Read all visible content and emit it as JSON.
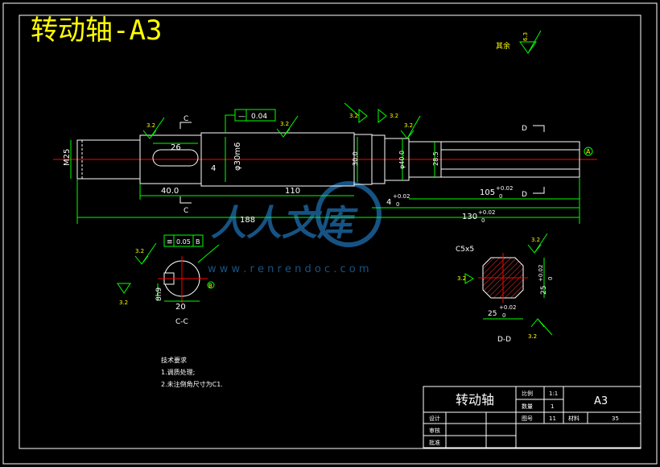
{
  "title": "转动轴-A3",
  "surface_note": {
    "label": "其余",
    "roughness": "6.3"
  },
  "dimensions": {
    "total_length": "188",
    "thread": "M25",
    "keyway_length": "26",
    "keyway_offset": "40.0",
    "keyway_depth": "4",
    "journal": "φ30m6",
    "mid_length": "110",
    "shoulder_dia": "30.0",
    "collar_dia": "φ40.0",
    "neck_dia": "28.5",
    "step_width": "4",
    "step_width_tol_upper": "+0.02",
    "step_width_tol_lower": "0",
    "len_105": "105",
    "len_105_tol_upper": "+0.02",
    "len_105_tol_lower": "0",
    "len_130": "130",
    "len_130_tol_upper": "+0.02",
    "len_130_tol_lower": "0"
  },
  "roughness_marks": [
    "3.2",
    "3.2",
    "3.2",
    "3.2",
    "3.2",
    "3.2",
    "3.2",
    "3.2",
    "3.2",
    "3.2"
  ],
  "tolerance_frames": [
    {
      "symbol": "—",
      "value": "0.04",
      "datum": ""
    },
    {
      "symbol": "≡",
      "value": "0.05",
      "datum": "B"
    }
  ],
  "section_labels": {
    "c_mark": "C",
    "d_mark": "D",
    "datum_a": "A",
    "datum_b": "B"
  },
  "section_cc": {
    "label": "C-C",
    "width": "20",
    "key_height": "8h9"
  },
  "section_dd": {
    "label": "D-D",
    "chamfer": "C5x5",
    "height": "25",
    "height_tol_upper": "+0.02",
    "height_tol_lower": "0",
    "width": "25",
    "width_tol_upper": "+0.02",
    "width_tol_lower": "0"
  },
  "notes": {
    "heading": "技术要求",
    "line1": "1.调质处理;",
    "line2": "2.未注倒角尺寸为C1."
  },
  "watermark": {
    "text": "人人文库",
    "url": "w w w . r e n r e n d o c . c o m"
  },
  "title_block": {
    "part_name": "转动轴",
    "scale_label": "比例",
    "scale": "1:1",
    "qty_label": "数量",
    "qty": "1",
    "sheet_size": "A3",
    "drawing_no_label": "图号",
    "drawing_no": "11",
    "material_label": "材料",
    "material": "35",
    "designer_label": "设计",
    "checker_label": "审核",
    "approver_label": "批准"
  },
  "colors": {
    "outline": "#ffffff",
    "dimension": "#00ff00",
    "centerline": "#ff0000",
    "title": "#ffff00",
    "watermark": "#1e6fb0",
    "hatch": "#ff3333"
  }
}
